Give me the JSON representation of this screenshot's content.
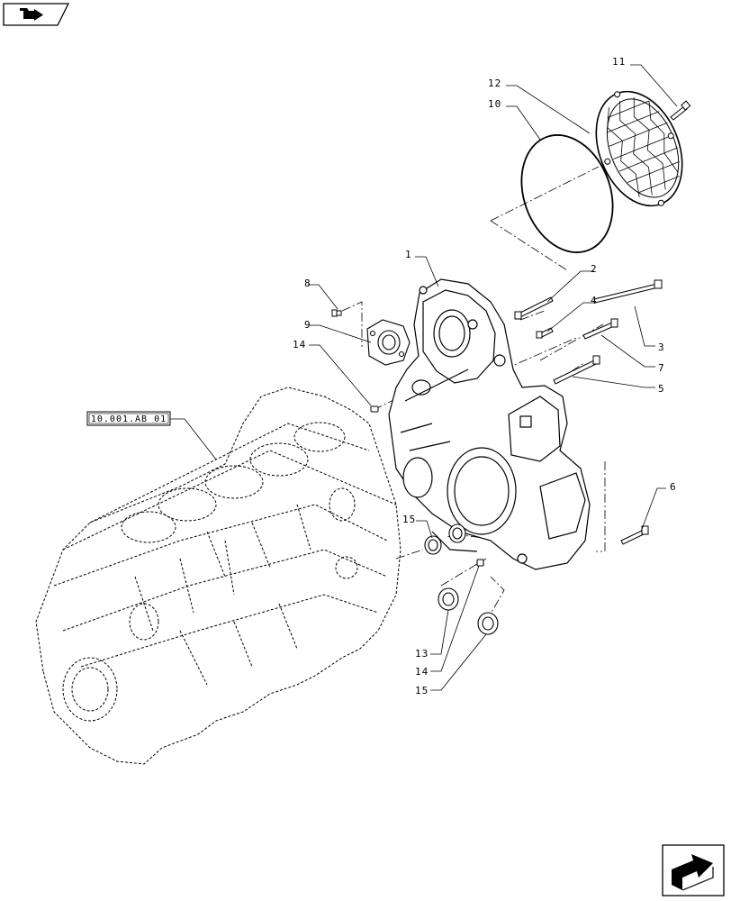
{
  "callouts": {
    "c1": "1",
    "c2": "2",
    "c3": "3",
    "c4": "4",
    "c5": "5",
    "c6": "6",
    "c7": "7",
    "c8": "8",
    "c9": "9",
    "c10": "10",
    "c11": "11",
    "c12": "12",
    "c13": "13",
    "c14a": "14",
    "c14b": "14",
    "c15a": "15",
    "c15b": "15"
  },
  "reference": {
    "label": "10.001.AB 01"
  },
  "navigation": {
    "top_icon": "folder-arrow-icon",
    "bottom_icon": "next-page-arrow-icon"
  }
}
